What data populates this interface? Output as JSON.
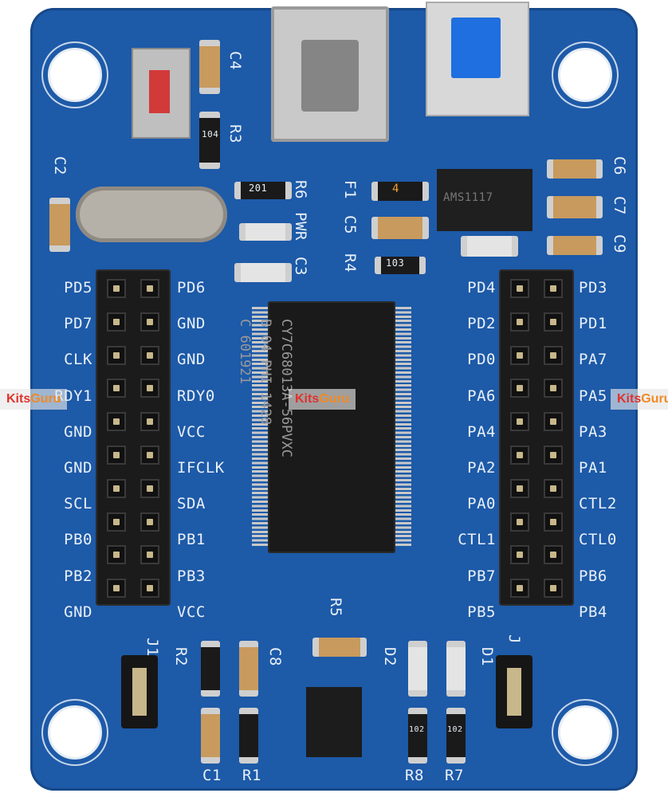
{
  "left_header": {
    "outer_labels": [
      "PD5",
      "PD7",
      "CLK",
      "RDY1",
      "GND",
      "GND",
      "SCL",
      "PB0",
      "PB2",
      "GND"
    ],
    "inner_labels": [
      "PD6",
      "GND",
      "GND",
      "RDY0",
      "VCC",
      "IFCLK",
      "SDA",
      "PB1",
      "PB3",
      "VCC"
    ]
  },
  "right_header": {
    "inner_labels": [
      "PD4",
      "PD2",
      "PD0",
      "PA6",
      "PA4",
      "PA2",
      "PA0",
      "CTL1",
      "PB7",
      "PB5"
    ],
    "outer_labels": [
      "PD3",
      "PD1",
      "PA7",
      "PA5",
      "PA3",
      "PA1",
      "CTL2",
      "CTL0",
      "PB6",
      "PB4"
    ]
  },
  "components": {
    "C4": "C4",
    "R3": "R3",
    "C2": "C2",
    "R6": "R6",
    "PWR": "PWR",
    "C3": "C3",
    "F1": "F1",
    "C5": "C5",
    "R4": "R4",
    "C6": "C6",
    "C7": "C7",
    "C9": "C9",
    "R5": "R5",
    "R2": "R2",
    "C8": "C8",
    "D2": "D2",
    "D1": "D1",
    "C1": "C1",
    "R1": "R1",
    "R8": "R8",
    "R7": "R7",
    "J_left": "J1",
    "J_right": "J"
  },
  "chip": {
    "lines": [
      "CY7C68013A-56PVXC",
      "B 04 PHI 1428",
      "C 601921"
    ]
  },
  "markings": {
    "r3_code": "104",
    "r6_code": "201",
    "r4_code": "103",
    "f1_code": "4",
    "reg_code": "AMS1117",
    "r8_code": "102",
    "r7_code": "102"
  },
  "watermark": {
    "brand_a": "Kits",
    "brand_b": "Guru"
  }
}
